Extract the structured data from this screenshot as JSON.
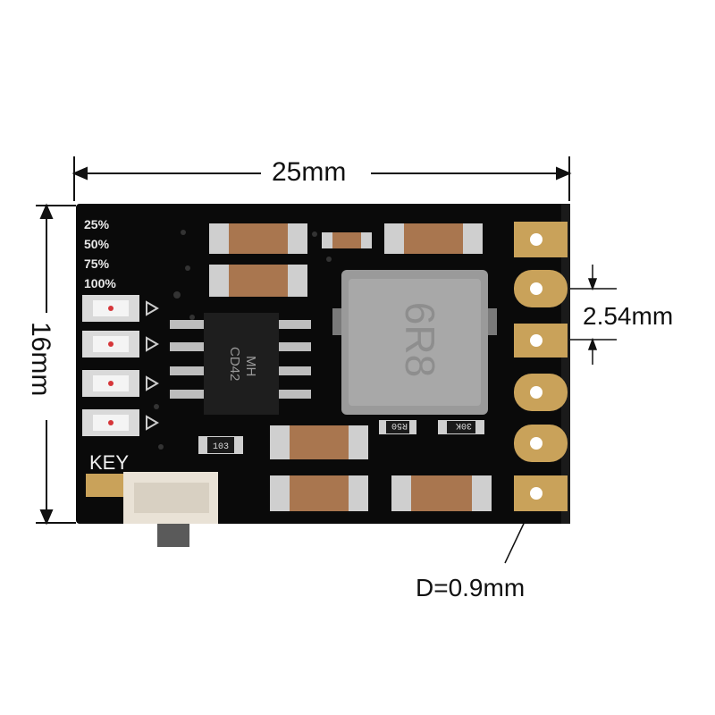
{
  "dimensions": {
    "width_label": "25mm",
    "height_label": "16mm",
    "pitch_label": "2.54mm",
    "hole_label": "D=0.9mm"
  },
  "board": {
    "led_labels": [
      "25%",
      "50%",
      "75%",
      "100%"
    ],
    "key_label": "KEY",
    "chip_text_line1": "MH",
    "chip_text_line2": "CD42",
    "inductor_marking": "6R8",
    "resistor_103": "103",
    "resistor_r50": "R50",
    "resistor_30k": "30K",
    "colors": {
      "pcb": "#0a0a0a",
      "pad_gold": "#c9a25a",
      "capacitor": "#a9764f",
      "inductor": "#9a9a9a",
      "led_red": "#d6363a"
    }
  }
}
